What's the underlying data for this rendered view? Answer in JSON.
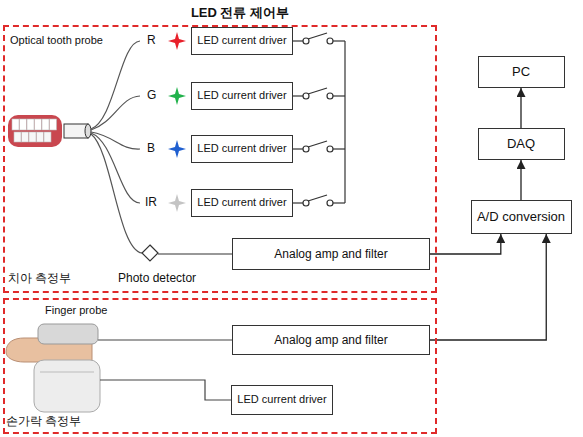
{
  "diagram": {
    "nodes": [
      {
        "text": [
          "LED 전류 제어부",
          "치아 측정부"
        ]
      },
      {
        "text": [
          "LED current driver"
        ],
        "in": 0
      },
      {
        "text": [
          "LED current driver"
        ],
        "in": 0
      },
      {
        "text": [
          "LED current driver"
        ],
        "in": 0
      },
      {
        "text": [
          "LED current driver"
        ],
        "in": 0
      },
      {
        "text": [
          "Analog amp and filter"
        ],
        "in": 0
      },
      {
        "text": [
          "PC"
        ]
      },
      {
        "text": [
          "DAQ"
        ]
      },
      {
        "text": [
          "A/D conversion"
        ]
      },
      {
        "text": [
          "손가락 측정부"
        ]
      },
      {
        "text": [
          "Analog amp and filter"
        ],
        "in": 9
      },
      {
        "text": [
          "LED current driver"
        ],
        "in": 9
      }
    ],
    "edges": [
      {
        "from": 5,
        "to": 8,
        "arrow": "to"
      },
      {
        "from": 10,
        "to": 8,
        "arrow": "to"
      },
      {
        "from": 8,
        "to": 7,
        "arrow": "to"
      },
      {
        "from": 7,
        "to": 6,
        "arrow": "to"
      }
    ],
    "labels": [
      "Optical tooth probe",
      "R",
      "G",
      "B",
      "IR",
      "Photo detector",
      "Finger probe"
    ]
  }
}
